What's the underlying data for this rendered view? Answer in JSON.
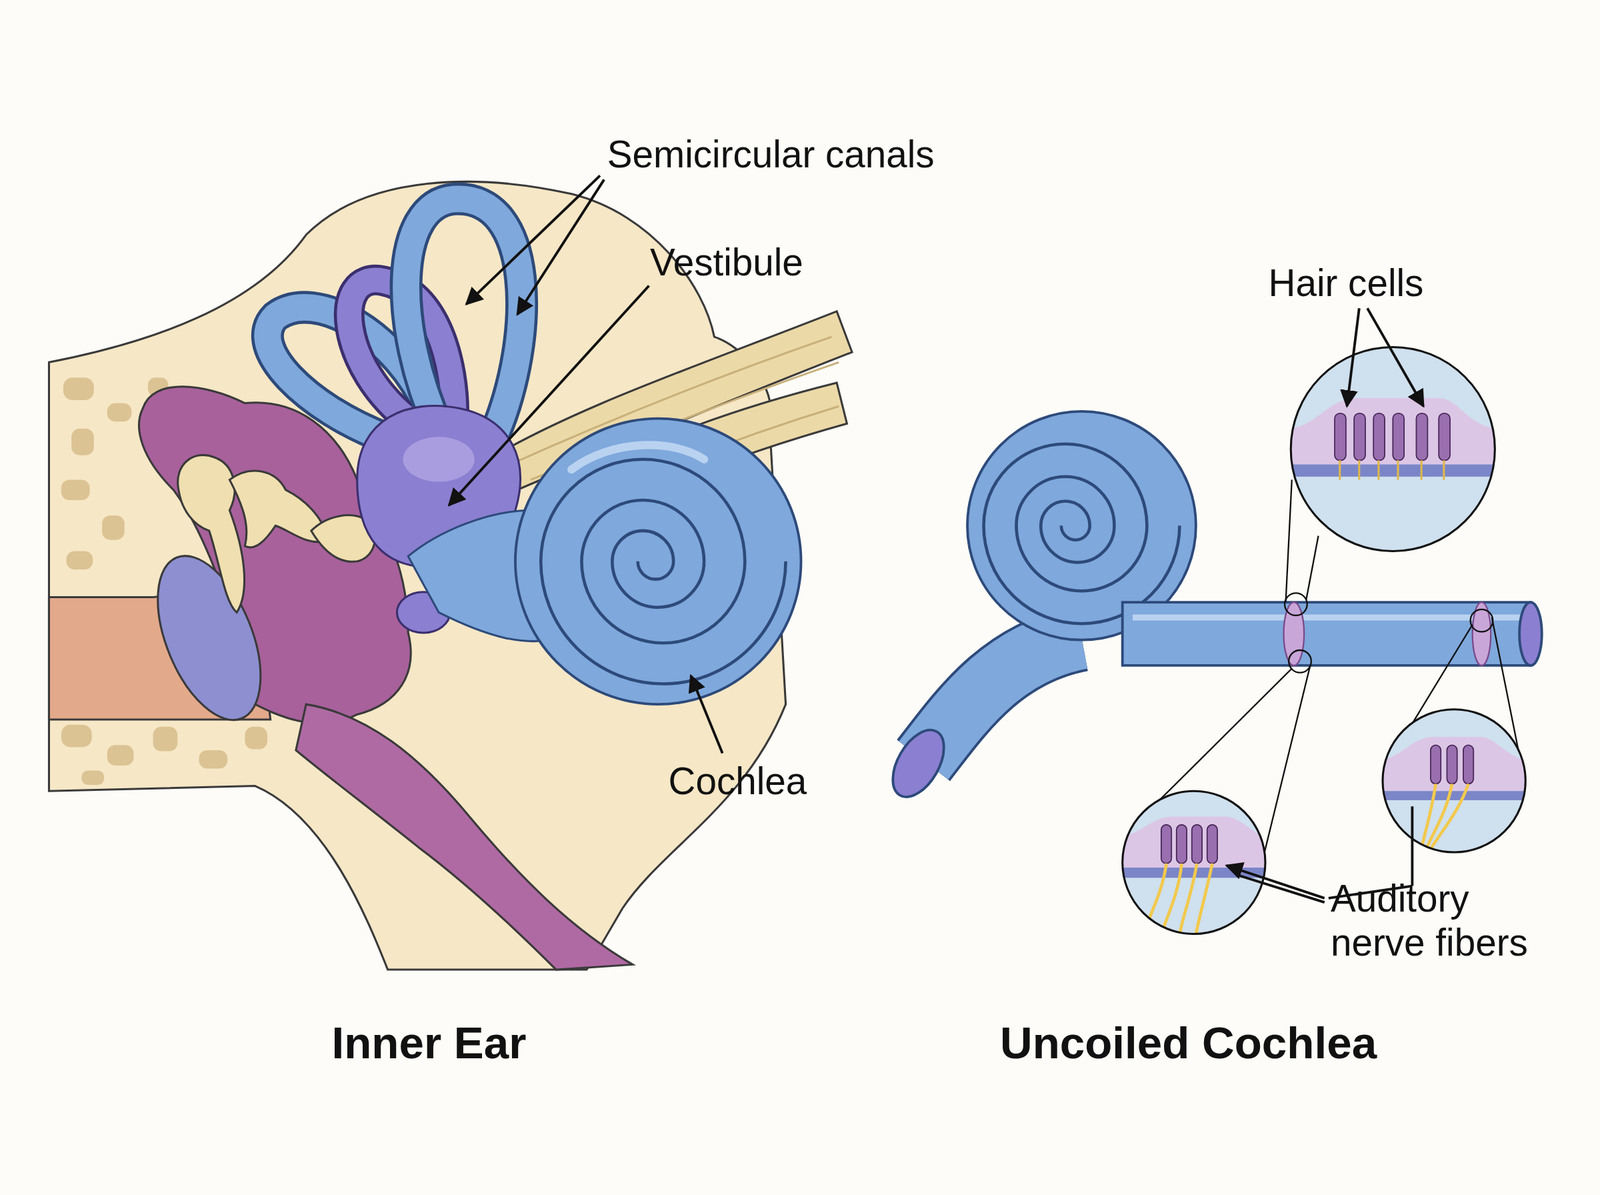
{
  "diagram": {
    "labels": [
      "Semicircular canals",
      "Vestibule",
      "Hair cells",
      "Cochlea",
      "Auditory nerve fibers",
      "Inner Ear",
      "Uncoiled Cochlea"
    ]
  }
}
